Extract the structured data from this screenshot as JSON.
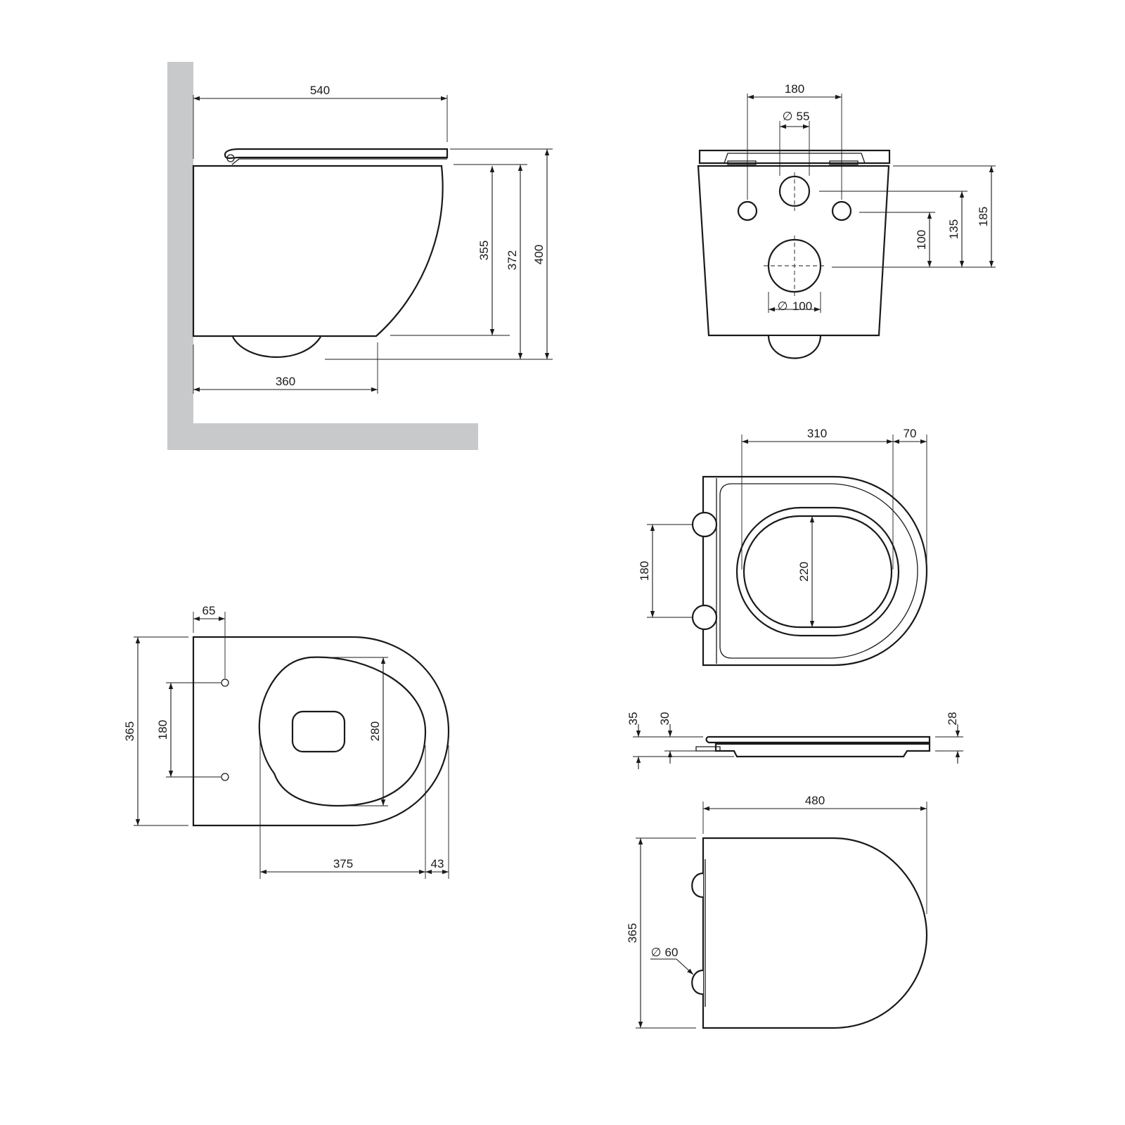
{
  "colors": {
    "line": "#1a1a1a",
    "wall": "#c8c9cb",
    "background": "#ffffff"
  },
  "side_view": {
    "dim_total_length": "540",
    "dim_depth_to_outlet": "360",
    "dim_bowl_height": "355",
    "dim_height_with_seat": "372",
    "dim_total_height": "400"
  },
  "front_view": {
    "dim_fixing_spacing": "180",
    "dim_inlet_diameter": "55",
    "dim_outlet_diameter": "100",
    "dim_outlet_to_fixing": "100",
    "dim_outlet_to_inlet": "135",
    "dim_outlet_to_top": "185"
  },
  "top_view": {
    "dim_bolt_offset": "65",
    "dim_bolt_spacing": "180",
    "dim_width": "365",
    "dim_opening_length": "280",
    "dim_to_front": "375",
    "dim_front_overhang": "43"
  },
  "seat_top_view": {
    "dim_seat_depth": "310",
    "dim_front_offset": "70",
    "dim_hinge_spacing": "180",
    "dim_opening_width": "220"
  },
  "seat_side_view": {
    "dim_height_a": "35",
    "dim_height_b": "30",
    "dim_thickness": "28"
  },
  "lid_top_view": {
    "dim_length": "480",
    "dim_width": "365",
    "dim_hinge_diameter": "60"
  },
  "diameter_symbol": "∅"
}
